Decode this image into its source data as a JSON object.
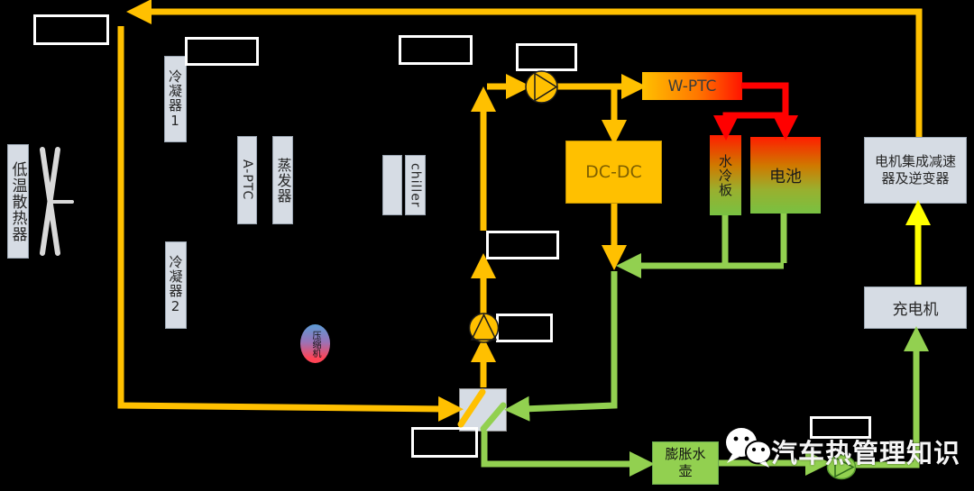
{
  "components": {
    "radiator": "低温散热器",
    "condenser1": "冷凝器1",
    "condenser2": "冷凝器2",
    "aptc": "A-PTC",
    "evaporator": "蒸发器",
    "chiller": "chiller",
    "compressor": "压缩机",
    "wptc": "W-PTC",
    "dcdc": "DC-DC",
    "water_plate": "水冷板",
    "battery": "电池",
    "motor_inverter": "电机集成减速器及逆变器",
    "charger": "充电机",
    "expansion_tank": "膨胀水壶"
  },
  "watermark": {
    "text": "汽车热管理知识",
    "icon": "wechat-icon"
  },
  "colors": {
    "background": "#000000",
    "coolant_warm_line": "#FFC000",
    "hot_line": "#FF0000",
    "cool_line": "#92D050",
    "hv_line": "#FFFF00",
    "component_box": "#D6DCE4",
    "hot_cold_gradient_top": "#FF1E00",
    "hot_cold_gradient_bottom": "#78C142",
    "compressor_top": "#5B9BD5",
    "compressor_bottom": "#FF4456"
  }
}
